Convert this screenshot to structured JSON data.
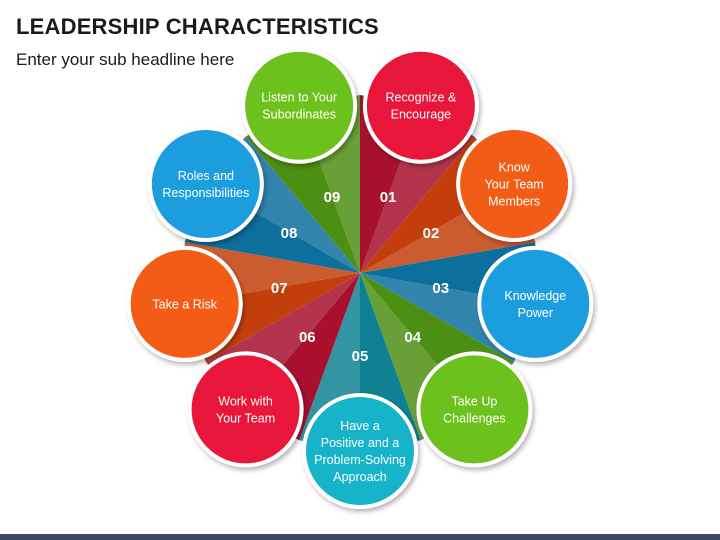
{
  "header": {
    "title": "LEADERSHIP CHARACTERISTICS",
    "subtitle": "Enter your sub headline here"
  },
  "diagram": {
    "items": [
      {
        "number": "01",
        "label": [
          "Recognize &",
          "Encourage"
        ],
        "color": "#e8173b",
        "dark": "#a8102e"
      },
      {
        "number": "02",
        "label": [
          "Know",
          "Your Team",
          "Members"
        ],
        "color": "#f25c19",
        "dark": "#c23f0c"
      },
      {
        "number": "03",
        "label": [
          "Knowledge",
          "Power"
        ],
        "color": "#1b9ede",
        "dark": "#0d6f9c"
      },
      {
        "number": "04",
        "label": [
          "Take Up",
          "Challenges"
        ],
        "color": "#6cc11e",
        "dark": "#4d8f14"
      },
      {
        "number": "05",
        "label": [
          "Have a",
          "Positive and a",
          "Problem-Solving",
          "Approach"
        ],
        "color": "#19b3c9",
        "dark": "#0f8192"
      },
      {
        "number": "06",
        "label": [
          "Work with",
          "Your Team"
        ],
        "color": "#e8173b",
        "dark": "#a8102e"
      },
      {
        "number": "07",
        "label": [
          "Take a Risk"
        ],
        "color": "#f25c19",
        "dark": "#c23f0c"
      },
      {
        "number": "08",
        "label": [
          "Roles and",
          "Responsibilities"
        ],
        "color": "#1b9ede",
        "dark": "#0d6f9c"
      },
      {
        "number": "09",
        "label": [
          "Listen to Your",
          "Subordinates"
        ],
        "color": "#6cc11e",
        "dark": "#4d8f14"
      }
    ]
  }
}
